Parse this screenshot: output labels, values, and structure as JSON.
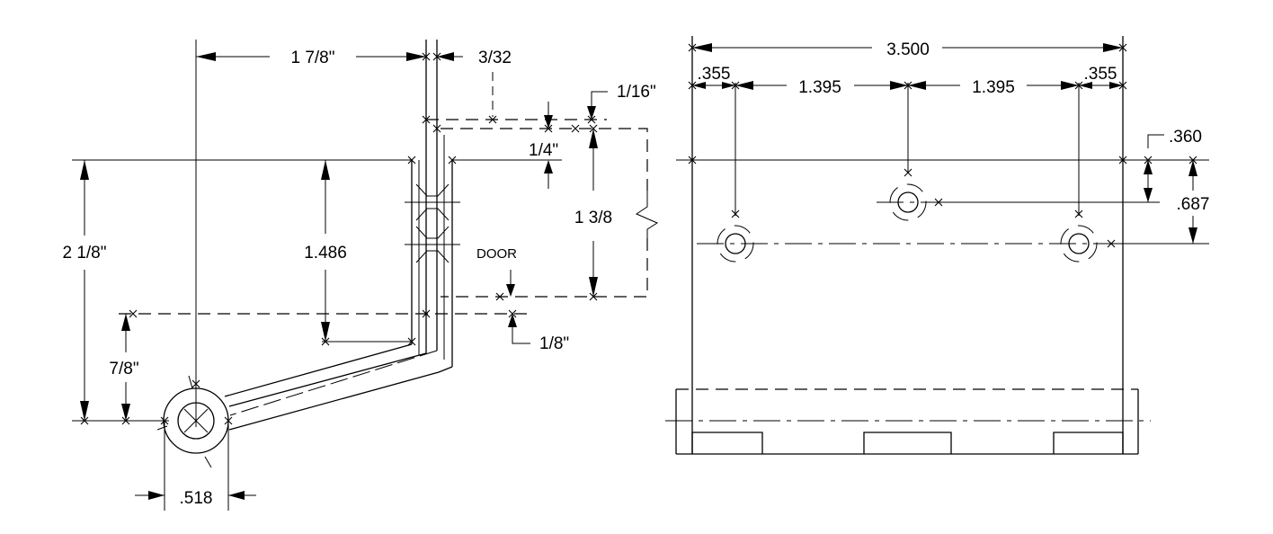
{
  "side_view": {
    "dims": {
      "width_top": "1 7/8\"",
      "thickness": "3/32",
      "gap_top": "1/16\"",
      "gap_door": "1/4\"",
      "door_height": "1 3/8",
      "inner_height": "1.486",
      "overall_height": "2 1/8\"",
      "pivot_offset": "7/8\"",
      "bottom_gap": "1/8\"",
      "boss_width": ".518"
    },
    "door_label": "DOOR"
  },
  "front_view": {
    "dims": {
      "overall_width": "3.500",
      "edge_left": ".355",
      "spacing_left": "1.395",
      "spacing_right": "1.395",
      "edge_right": ".355",
      "hole_top": ".360",
      "hole_offset": ".687"
    }
  }
}
